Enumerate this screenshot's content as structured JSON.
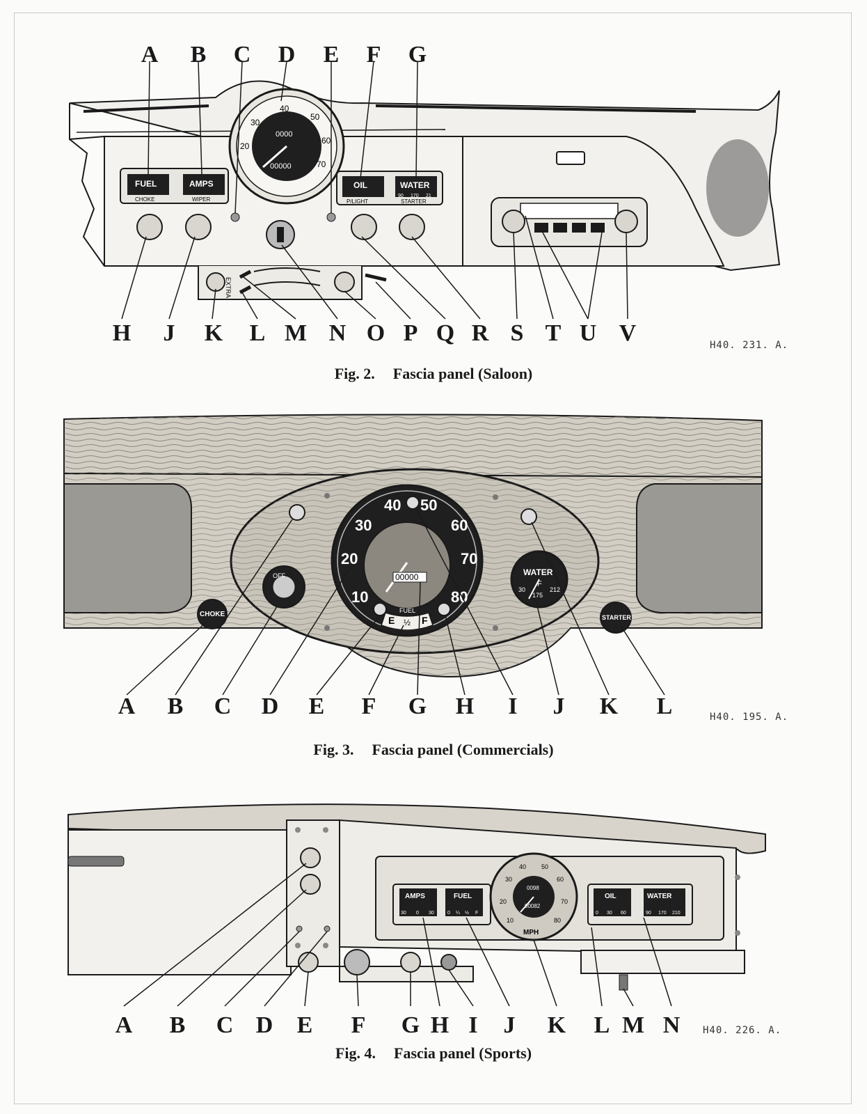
{
  "figures": [
    {
      "id": "fig2",
      "caption_no": "Fig. 2.",
      "caption_title": "Fascia panel (Saloon)",
      "ref": "H40. 231. A.",
      "top_letters": [
        "A",
        "B",
        "C",
        "D",
        "E",
        "F",
        "G"
      ],
      "bottom_letters": [
        "H",
        "J",
        "K",
        "L",
        "M",
        "N",
        "O",
        "P",
        "Q",
        "R",
        "S",
        "T",
        "U",
        "V"
      ],
      "gauges": {
        "fuel": "FUEL",
        "choke": "CHOKE",
        "amps": "AMPS",
        "wiper": "WIPER",
        "oil": "OIL",
        "plight": "P/LIGHT",
        "water": "WATER",
        "starter": "STARTER",
        "speedo_ticks": [
          "20",
          "30",
          "40",
          "50",
          "60",
          "70"
        ],
        "odo_top": "0000",
        "odo_bottom": "00000",
        "extra": "EXTRA",
        "temp_scale": [
          "90",
          "170",
          "21"
        ]
      }
    },
    {
      "id": "fig3",
      "caption_no": "Fig. 3.",
      "caption_title": "Fascia panel (Commercials)",
      "ref": "H40. 195. A.",
      "bottom_letters": [
        "A",
        "B",
        "C",
        "D",
        "E",
        "F",
        "G",
        "H",
        "I",
        "J",
        "K",
        "L"
      ],
      "gauges": {
        "speedo_ticks": [
          "10",
          "20",
          "30",
          "40",
          "50",
          "60",
          "70",
          "80"
        ],
        "odo": "00000",
        "fuel": "FUEL",
        "fuel_e": "E",
        "fuel_half": "½",
        "fuel_f": "F",
        "water": "WATER",
        "water_f": "F",
        "water_scale": [
          "30",
          "175",
          "212"
        ],
        "choke": "CHOKE",
        "starter": "STARTER",
        "off": "OFF"
      }
    },
    {
      "id": "fig4",
      "caption_no": "Fig. 4.",
      "caption_title": "Fascia panel (Sports)",
      "ref": "H40. 226. A.",
      "bottom_letters": [
        "A",
        "B",
        "C",
        "D",
        "E",
        "F",
        "G",
        "H",
        "I",
        "J",
        "K",
        "L",
        "M",
        "N"
      ],
      "gauges": {
        "amps": "AMPS",
        "amps_scale": [
          "30",
          "0",
          "30"
        ],
        "fuel": "FUEL",
        "fuel_scale": [
          "0",
          "¼",
          "½",
          "F"
        ],
        "speedo_ticks": [
          "10",
          "20",
          "30",
          "40",
          "50",
          "60",
          "70",
          "80"
        ],
        "odo_top": "0098",
        "odo_bottom": "00082",
        "mph": "MPH",
        "oil": "OIL",
        "oil_scale": [
          "0",
          "30",
          "60"
        ],
        "water": "WATER",
        "water_scale": [
          "90",
          "170",
          "210"
        ]
      }
    }
  ],
  "colors": {
    "ink": "#1a1a1a",
    "paper": "#fbfbfa",
    "panel": "#f1f0ec",
    "wood": "#cfcac0"
  }
}
